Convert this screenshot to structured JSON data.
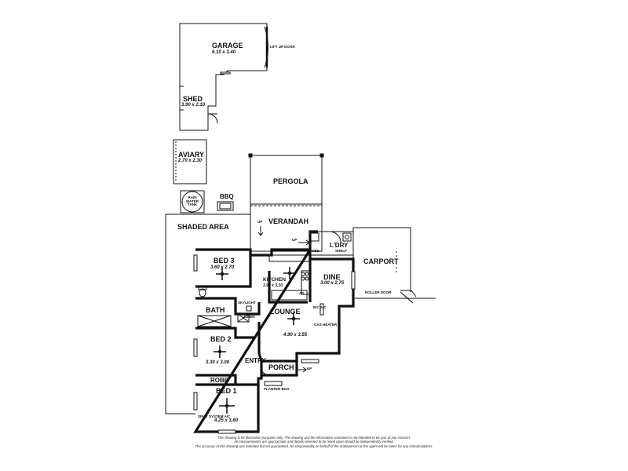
{
  "rooms": {
    "garage": {
      "name": "GARAGE",
      "dims": "6.10 x 3.40"
    },
    "shed": {
      "name": "SHED",
      "dims": "3.90 x 2.10"
    },
    "aviary": {
      "name": "AVIARY",
      "dims": "2.70 x 2.30"
    },
    "pergola": {
      "name": "PERGOLA"
    },
    "verandah": {
      "name": "VERANDAH"
    },
    "shaded_area": {
      "name": "SHADED AREA"
    },
    "bed3": {
      "name": "BED 3",
      "dims": "3.60 x 2.70"
    },
    "kitchen": {
      "name": "KITCHEN",
      "dims": "3.90 x 3.10"
    },
    "dine": {
      "name": "DINE",
      "dims": "3.00 x 2.75"
    },
    "laundry": {
      "name": "L'DRY"
    },
    "carport": {
      "name": "CARPORT"
    },
    "bath": {
      "name": "BATH"
    },
    "lounge": {
      "name": "LOUNGE",
      "dims": "4.90 x 3.55"
    },
    "bed2": {
      "name": "BED 2",
      "dims": "3.30 x 3.00"
    },
    "porch": {
      "name": "PORCH"
    },
    "robe": {
      "name": "ROBE"
    },
    "entry": {
      "name": "ENTRY"
    },
    "bed1": {
      "name": "BED 1",
      "dims": "4.25 x 3.60"
    }
  },
  "fixtures": {
    "lift_up_door": "LIFT UP DOOR",
    "rain_water_tank": "RAIN WATER TANK",
    "bbq": "BBQ",
    "roller_door": "ROLLER DOOR",
    "skylight": "SKYLIGHT",
    "linen": "LINEN",
    "rc_ac": "R/C A/C",
    "gas_heater": "GAS HEATER",
    "shelf": "SHELF",
    "cbd": "CBD",
    "as": "AS",
    "planter_box": "PLANTER BOX",
    "split_system": "SPLIT SYSTEM A/C",
    "up": "UP"
  },
  "disclaimer": {
    "line1": "This drawing is for illustration purposes only. The drawing and the information contained is not intended to be part of any contract.",
    "line2": "All measurements are approximate and details intended to be relied upon should be independently verified.",
    "line3": "The accuracy of this drawing was intended but not guaranteed. No responsibility on behalf of the draftsperson or the agent will be taken for any miscalculations."
  }
}
